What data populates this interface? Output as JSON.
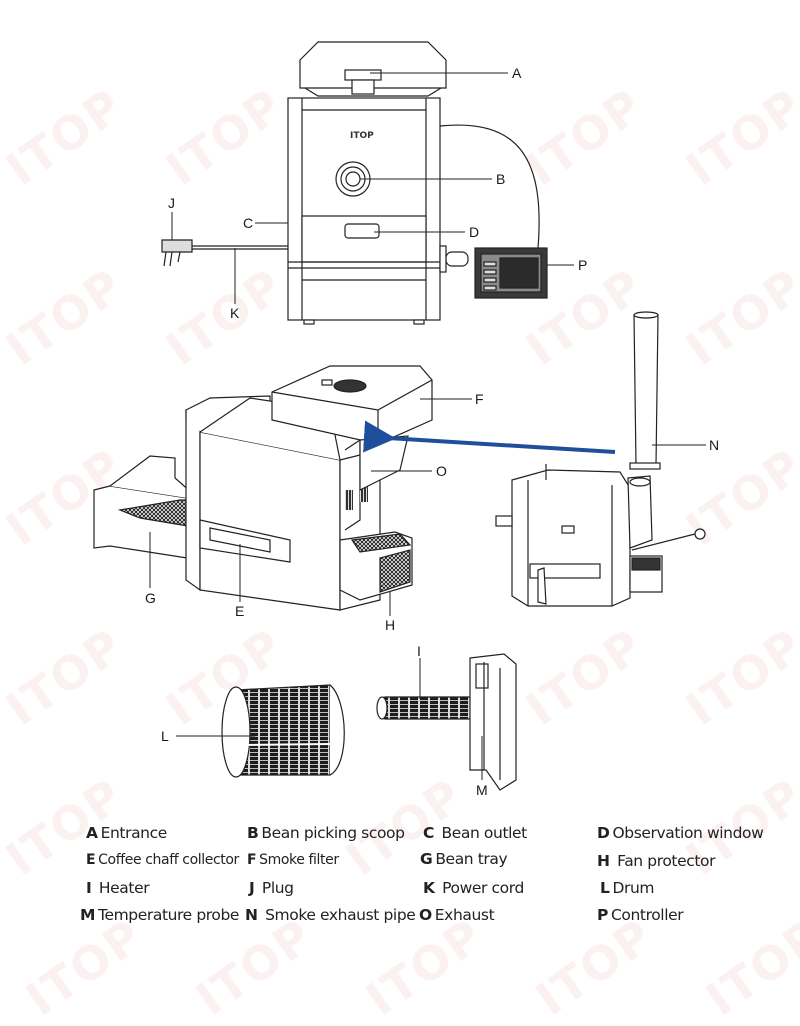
{
  "brand": "ITOP",
  "watermark_text": "ITOP",
  "callouts": {
    "A": "A",
    "B": "B",
    "C": "C",
    "D": "D",
    "E": "E",
    "F": "F",
    "G": "G",
    "H": "H",
    "I": "I",
    "J": "J",
    "K": "K",
    "L": "L",
    "M": "M",
    "N": "N",
    "O": "O",
    "P": "P"
  },
  "arrow_color": "#1f4e9a",
  "legend": [
    {
      "key": "A",
      "label": "Entrance"
    },
    {
      "key": "B",
      "label": "Bean picking scoop"
    },
    {
      "key": "C",
      "label": "Bean outlet"
    },
    {
      "key": "D",
      "label": "Observation window"
    },
    {
      "key": "E",
      "label": "Coffee chaff collector"
    },
    {
      "key": "F",
      "label": "Smoke filter"
    },
    {
      "key": "G",
      "label": "Bean tray"
    },
    {
      "key": "H",
      "label": "Fan protector"
    },
    {
      "key": "I",
      "label": "Heater"
    },
    {
      "key": "J",
      "label": "Plug"
    },
    {
      "key": "K",
      "label": "Power cord"
    },
    {
      "key": "L",
      "label": "Drum"
    },
    {
      "key": "M",
      "label": "Temperature probe"
    },
    {
      "key": "N",
      "label": "Smoke exhaust pipe"
    },
    {
      "key": "O",
      "label": "Exhaust"
    },
    {
      "key": "P",
      "label": "Controller"
    }
  ]
}
